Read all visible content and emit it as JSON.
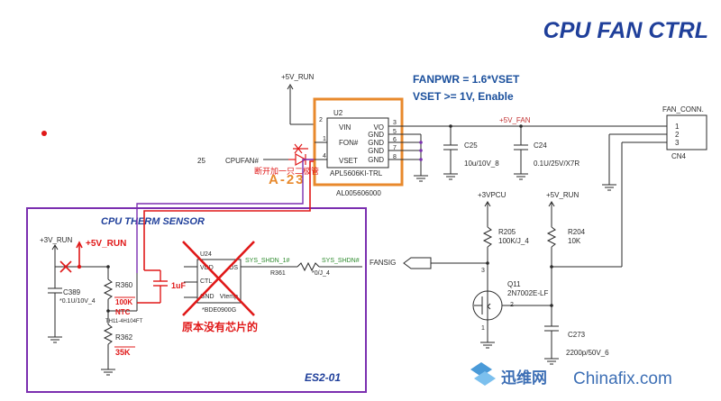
{
  "title": "CPU FAN CTRL",
  "notes": {
    "fanpwr": "FANPWR = 1.6*VSET",
    "vset": "VSET >= 1V, Enable"
  },
  "u2": {
    "ref": "U2",
    "part": "APL5606KI-TRL",
    "pn": "AL005606000",
    "pins": {
      "vin": "VIN",
      "fon": "FON#",
      "vset": "VSET",
      "vo": "VO",
      "gnd": "GND",
      "num_vin": "2",
      "num_fon": "1",
      "num_vset": "4",
      "num_vo": "3",
      "num_g1": "5",
      "num_g2": "6",
      "num_g3": "7",
      "num_g4": "8"
    }
  },
  "rails": {
    "v5_top": "+5V_RUN",
    "v5_fan": "+5V_FAN",
    "v3pcu": "+3VPCU",
    "v5_right": "+5V_RUN",
    "v3_run": "+3V_RUN",
    "v5_red": "+5V_RUN"
  },
  "nets": {
    "cpufan": "CPUFAN#",
    "cpufan_num": "25",
    "fansig": "FANSIG",
    "sys_shdn_left": "SYS_SHDN_1#",
    "sys_shdn_right": "SYS_SHDN#"
  },
  "caps": {
    "c25": "C25",
    "c25_val": "10u/10V_8",
    "c24": "C24",
    "c24_val": "0.1U/25V/X7R",
    "c389": "C389",
    "c389_val": "*0.1U/10V_4",
    "c273": "C273",
    "c273_val": "2200p/50V_6"
  },
  "resistors": {
    "r205": "R205",
    "r205_val": "100K/J_4",
    "r204": "R204",
    "r204_val": "10K",
    "r360": "R360",
    "r360_val": "100K",
    "r360_type": "NTC",
    "r360_pn": "TH11-4H104FT",
    "r362": "R362",
    "r362_val": "35K",
    "r361": "R361",
    "r361_val": "*0/J_4"
  },
  "q11": {
    "ref": "Q11",
    "part": "2N7002E-LF",
    "pin1": "1",
    "pin2": "2",
    "pin3": "3"
  },
  "connector": {
    "title": "FAN_CONN.",
    "ref": "CN4",
    "pin1": "1",
    "pin2": "2",
    "pin3": "3"
  },
  "thermal": {
    "title": "CPU THERM SENSOR",
    "u24": "U24",
    "u24_pn": "*BDE0900G",
    "pin_vdd": "VDD",
    "pin_os": "OS",
    "pin_ctl": "CTL",
    "pin_gnd": "GND",
    "pin_vtemp": "Vtemp",
    "stage": "ES2-01"
  },
  "annotations": {
    "d_label": "断开加一只二极管",
    "a23": "A-23",
    "cap_1uf": "1uF",
    "no_chip": "原本没有芯片的"
  },
  "watermark": {
    "brand": "迅维网",
    "site": "Chinafix.com"
  },
  "colors": {
    "wire": "#2a2a2a",
    "net_label": "#1a4f9c",
    "highlight_orange": "#e8892c",
    "thermal_box": "#7b2fb0",
    "red_mark": "#e01818",
    "sys_shdn_green": "#2c8a2c"
  }
}
